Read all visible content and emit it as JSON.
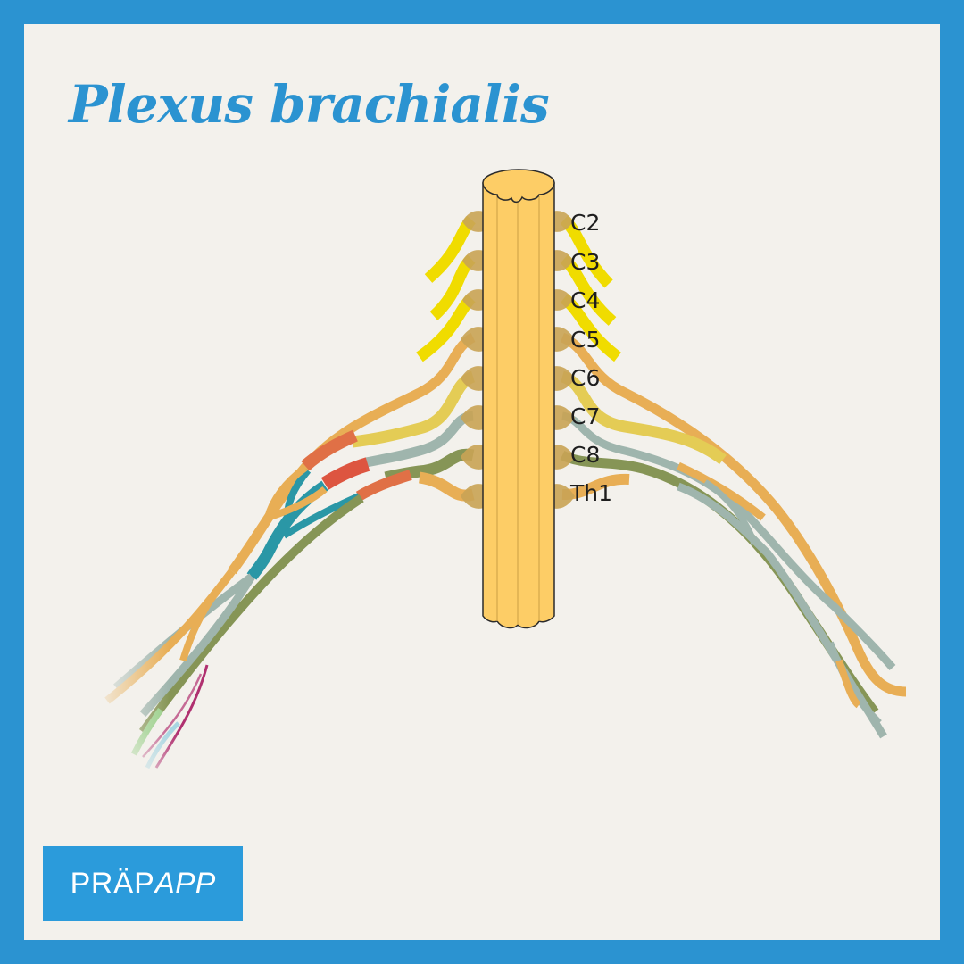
{
  "title": "Plexus brachialis",
  "segments": [
    {
      "label": "C2",
      "color": "#f0dc00"
    },
    {
      "label": "C3",
      "color": "#f0dc00"
    },
    {
      "label": "C4",
      "color": "#f0dc00"
    },
    {
      "label": "C5",
      "color": "#e8ae55"
    },
    {
      "label": "C6",
      "color": "#e4cc55"
    },
    {
      "label": "C7",
      "color": "#9fb5ad"
    },
    {
      "label": "C8",
      "color": "#869556"
    },
    {
      "label": "Th1",
      "color": "#e8ae55"
    }
  ],
  "colors": {
    "frame": "#2b93d1",
    "background": "#f3f1ec",
    "spinal_cord": "#fdcd66",
    "rootlets": "#c9a455",
    "orange_cord": "#e07046",
    "red_cord": "#dd5540",
    "teal_cord": "#2a97a6",
    "magenta_nerve": "#b03070",
    "light_green_nerve": "#9ad08a",
    "light_blue_nerve": "#a8d6e2"
  },
  "logo": {
    "part1": "PRÄP",
    "part2": "APP"
  }
}
